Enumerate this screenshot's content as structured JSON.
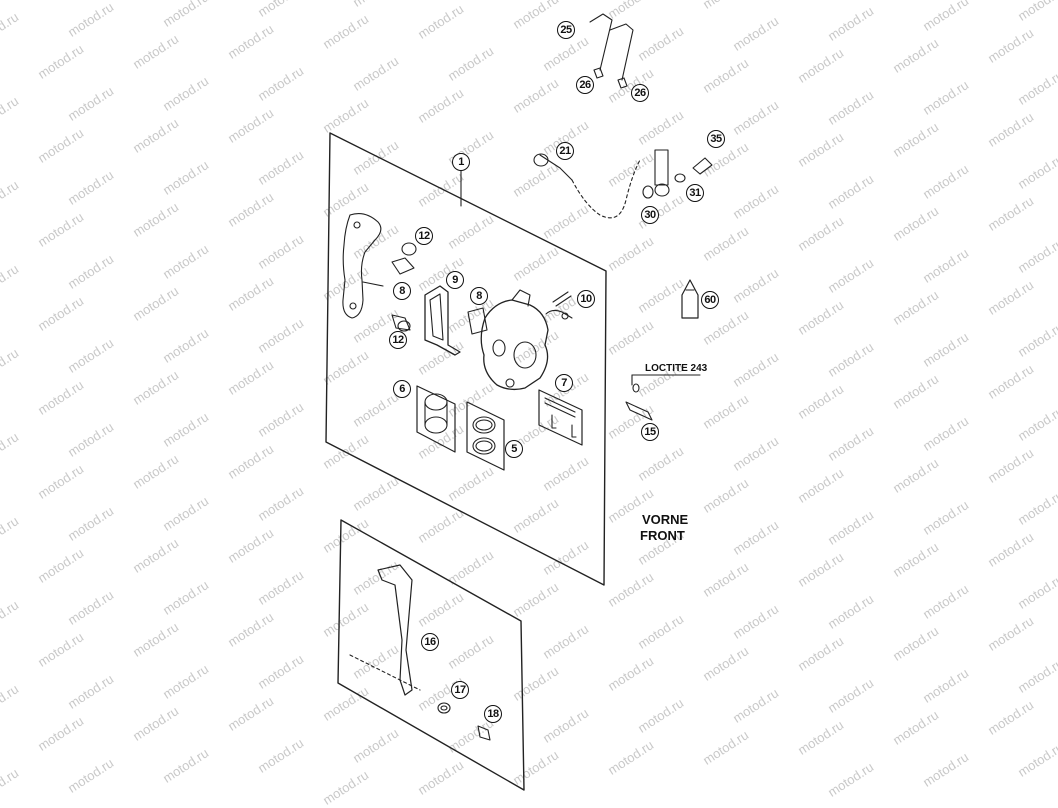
{
  "watermark": {
    "text": "motod.ru",
    "color": "#c9c9c9"
  },
  "labels": {
    "direction_line1": "VORNE",
    "direction_line2": "FRONT",
    "loctite": "LOCTITE 243"
  },
  "callouts": {
    "c1": "1",
    "c5": "5",
    "c6": "6",
    "c7": "7",
    "c8a": "8",
    "c8b": "8",
    "c9": "9",
    "c10": "10",
    "c12a": "12",
    "c12b": "12",
    "c15": "15",
    "c16": "16",
    "c17": "17",
    "c18": "18",
    "c21": "21",
    "c25": "25",
    "c26a": "26",
    "c26b": "26",
    "c30": "30",
    "c31": "31",
    "c35": "35",
    "c60": "60"
  }
}
